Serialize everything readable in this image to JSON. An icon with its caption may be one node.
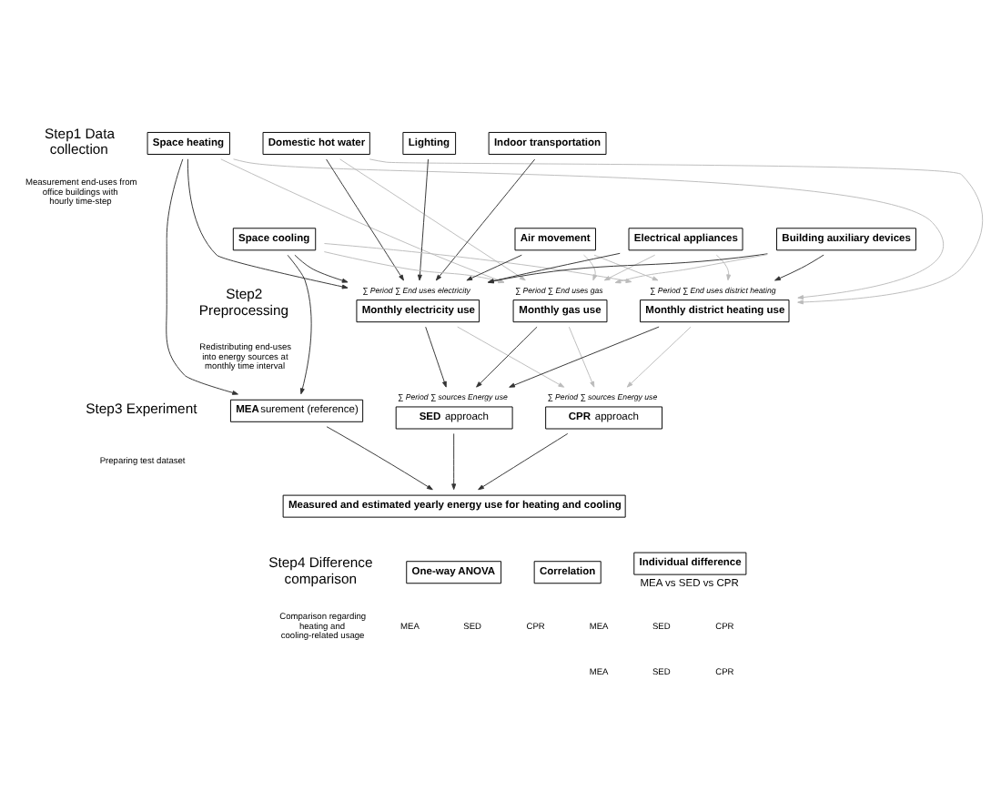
{
  "diagram": {
    "nodes": [
      {
        "text": [
          "Space heating"
        ]
      },
      {
        "text": [
          "Domestic hot water"
        ]
      },
      {
        "text": [
          "Lighting"
        ]
      },
      {
        "text": [
          "Indoor transportation"
        ]
      },
      {
        "text": [
          "Space cooling"
        ]
      },
      {
        "text": [
          "Air movement"
        ]
      },
      {
        "text": [
          "Electrical appliances"
        ]
      },
      {
        "text": [
          "Building auxiliary devices"
        ]
      },
      {
        "text": [
          "Monthly electricity use"
        ],
        "beside": [
          "∑ Period ∑ End uses electricity"
        ]
      },
      {
        "text": [
          "Monthly gas use"
        ],
        "beside": [
          "∑ Period ∑ End uses gas"
        ]
      },
      {
        "text": [
          "Monthly district heating use"
        ],
        "beside": [
          "∑ Period ∑ End uses district heating"
        ]
      },
      {
        "text": [
          "**MEA**surement (reference)"
        ]
      },
      {
        "text": [
          "**SED** approach"
        ],
        "beside": [
          "∑ Period ∑ sources Energy use"
        ]
      },
      {
        "text": [
          "**CPR** approach"
        ],
        "beside": [
          "∑ Period ∑ sources Energy use"
        ]
      },
      {
        "text": [
          "Measured and estimated yearly energy use for heating and cooling"
        ]
      },
      {
        "text": [
          "One-way ANOVA"
        ]
      },
      {
        "text": [
          "Correlation"
        ]
      },
      {
        "text": [
          "Individual difference"
        ],
        "beside": [
          "MEA vs SED vs CPR"
        ]
      }
    ],
    "edges": [
      {
        "from": 0,
        "to": 11,
        "arrow": "to"
      },
      {
        "from": 4,
        "to": 11,
        "arrow": "to"
      },
      {
        "from": 0,
        "to": 8,
        "arrow": "to"
      },
      {
        "from": 1,
        "to": 8,
        "arrow": "to"
      },
      {
        "from": 2,
        "to": 8,
        "arrow": "to"
      },
      {
        "from": 3,
        "to": 8,
        "arrow": "to"
      },
      {
        "from": 4,
        "to": 8,
        "arrow": "to"
      },
      {
        "from": 5,
        "to": 8,
        "arrow": "to"
      },
      {
        "from": 6,
        "to": 8,
        "arrow": "to"
      },
      {
        "from": 7,
        "to": 8,
        "arrow": "to"
      },
      {
        "from": 0,
        "to": 9,
        "arrow": "to",
        "color": "#bbbbbb"
      },
      {
        "from": 1,
        "to": 9,
        "arrow": "to",
        "color": "#bbbbbb"
      },
      {
        "from": 4,
        "to": 9,
        "arrow": "to",
        "color": "#bbbbbb"
      },
      {
        "from": 5,
        "to": 9,
        "arrow": "to",
        "color": "#bbbbbb"
      },
      {
        "from": 6,
        "to": 9,
        "arrow": "to",
        "color": "#bbbbbb"
      },
      {
        "from": 7,
        "to": 9,
        "arrow": "to",
        "color": "#bbbbbb"
      },
      {
        "from": 0,
        "to": 10,
        "arrow": "to",
        "color": "#bbbbbb"
      },
      {
        "from": 1,
        "to": 10,
        "arrow": "to",
        "color": "#bbbbbb"
      },
      {
        "from": 4,
        "to": 10,
        "arrow": "to",
        "color": "#bbbbbb"
      },
      {
        "from": 5,
        "to": 10,
        "arrow": "to",
        "color": "#bbbbbb"
      },
      {
        "from": 6,
        "to": 10,
        "arrow": "to",
        "color": "#bbbbbb"
      },
      {
        "from": 7,
        "to": 10,
        "arrow": "to"
      },
      {
        "from": 8,
        "to": 12,
        "arrow": "to"
      },
      {
        "from": 9,
        "to": 12,
        "arrow": "to"
      },
      {
        "from": 10,
        "to": 12,
        "arrow": "to"
      },
      {
        "from": 8,
        "to": 13,
        "arrow": "to",
        "color": "#bbbbbb"
      },
      {
        "from": 9,
        "to": 13,
        "arrow": "to",
        "color": "#bbbbbb"
      },
      {
        "from": 10,
        "to": 13,
        "arrow": "to",
        "color": "#bbbbbb"
      },
      {
        "from": 11,
        "to": 14,
        "arrow": "to"
      },
      {
        "from": 12,
        "to": 14,
        "arrow": "to"
      },
      {
        "from": 13,
        "to": 14,
        "arrow": "to"
      }
    ],
    "labels": [
      "Step1 Data collection",
      "Measurement end-uses from office buildings with hourly time-step",
      "Step2 Preprocessing",
      "Redistributing end-uses into energy sources at monthly time interval",
      "Step3 Experiment",
      "Preparing test dataset",
      "Step4 Difference comparison",
      "Comparison regarding heating and cooling-related usage",
      "MEA",
      "SED",
      "CPR",
      "MEA",
      "SED",
      "CPR",
      "MEA",
      "SED",
      "CPR"
    ]
  }
}
